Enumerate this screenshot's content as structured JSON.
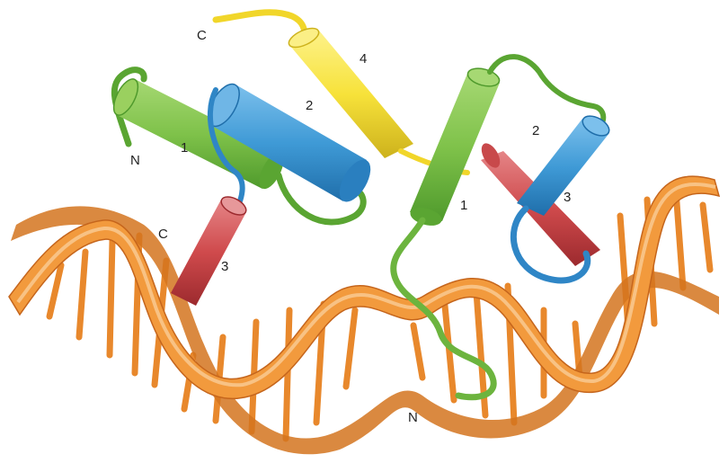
{
  "colors": {
    "dna_light": "#f6b56b",
    "dna_mid": "#ec9437",
    "dna_dark": "#c5651c",
    "rung": "#e8882c",
    "green": "#7fc24a",
    "green_dark": "#4f9a2c",
    "blue": "#3f9ad6",
    "blue_dark": "#1f6eaa",
    "red": "#cf4a4c",
    "red_dark": "#9c2a2e",
    "yellow": "#f7e23a",
    "yellow_dark": "#cdb21c"
  },
  "labels": {
    "left_n": "N",
    "left_c": "C",
    "left_1": "1",
    "left_2": "2",
    "left_3": "3",
    "top_c": "C",
    "top_4": "4",
    "right_1": "1",
    "right_2": "2",
    "right_3": "3",
    "bottom_n": "N"
  }
}
